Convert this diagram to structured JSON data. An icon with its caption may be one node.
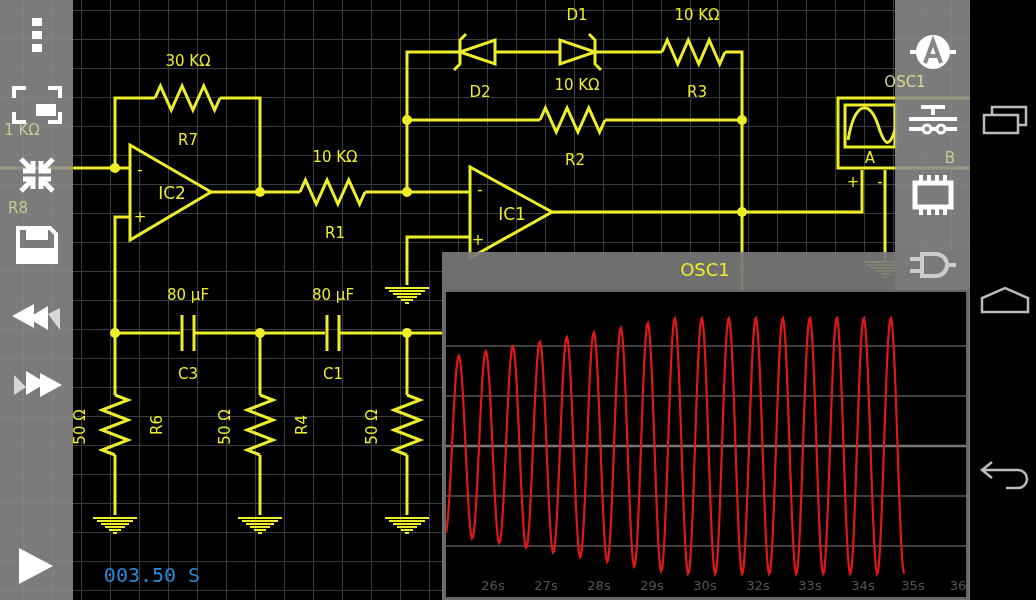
{
  "diagram": {
    "labels": [
      "30 KΩ",
      "R7",
      "1 KΩ",
      "R8",
      "-",
      "IC2",
      "+",
      "10 KΩ",
      "R1",
      "D1",
      "10 KΩ",
      "D2",
      "10 KΩ",
      "R3",
      "R2",
      "-",
      "IC1",
      "+",
      "OSC1",
      "A",
      "B",
      "+",
      "-",
      "80 µF",
      "80 µF",
      "C3",
      "C1",
      "50 Ω",
      "R6",
      "50 Ω",
      "R4",
      "50 Ω",
      "OSC1",
      "003.50 S",
      "26s",
      "27s",
      "28s",
      "29s",
      "30s",
      "32s",
      "33s",
      "34s",
      "35s",
      "36"
    ]
  }
}
